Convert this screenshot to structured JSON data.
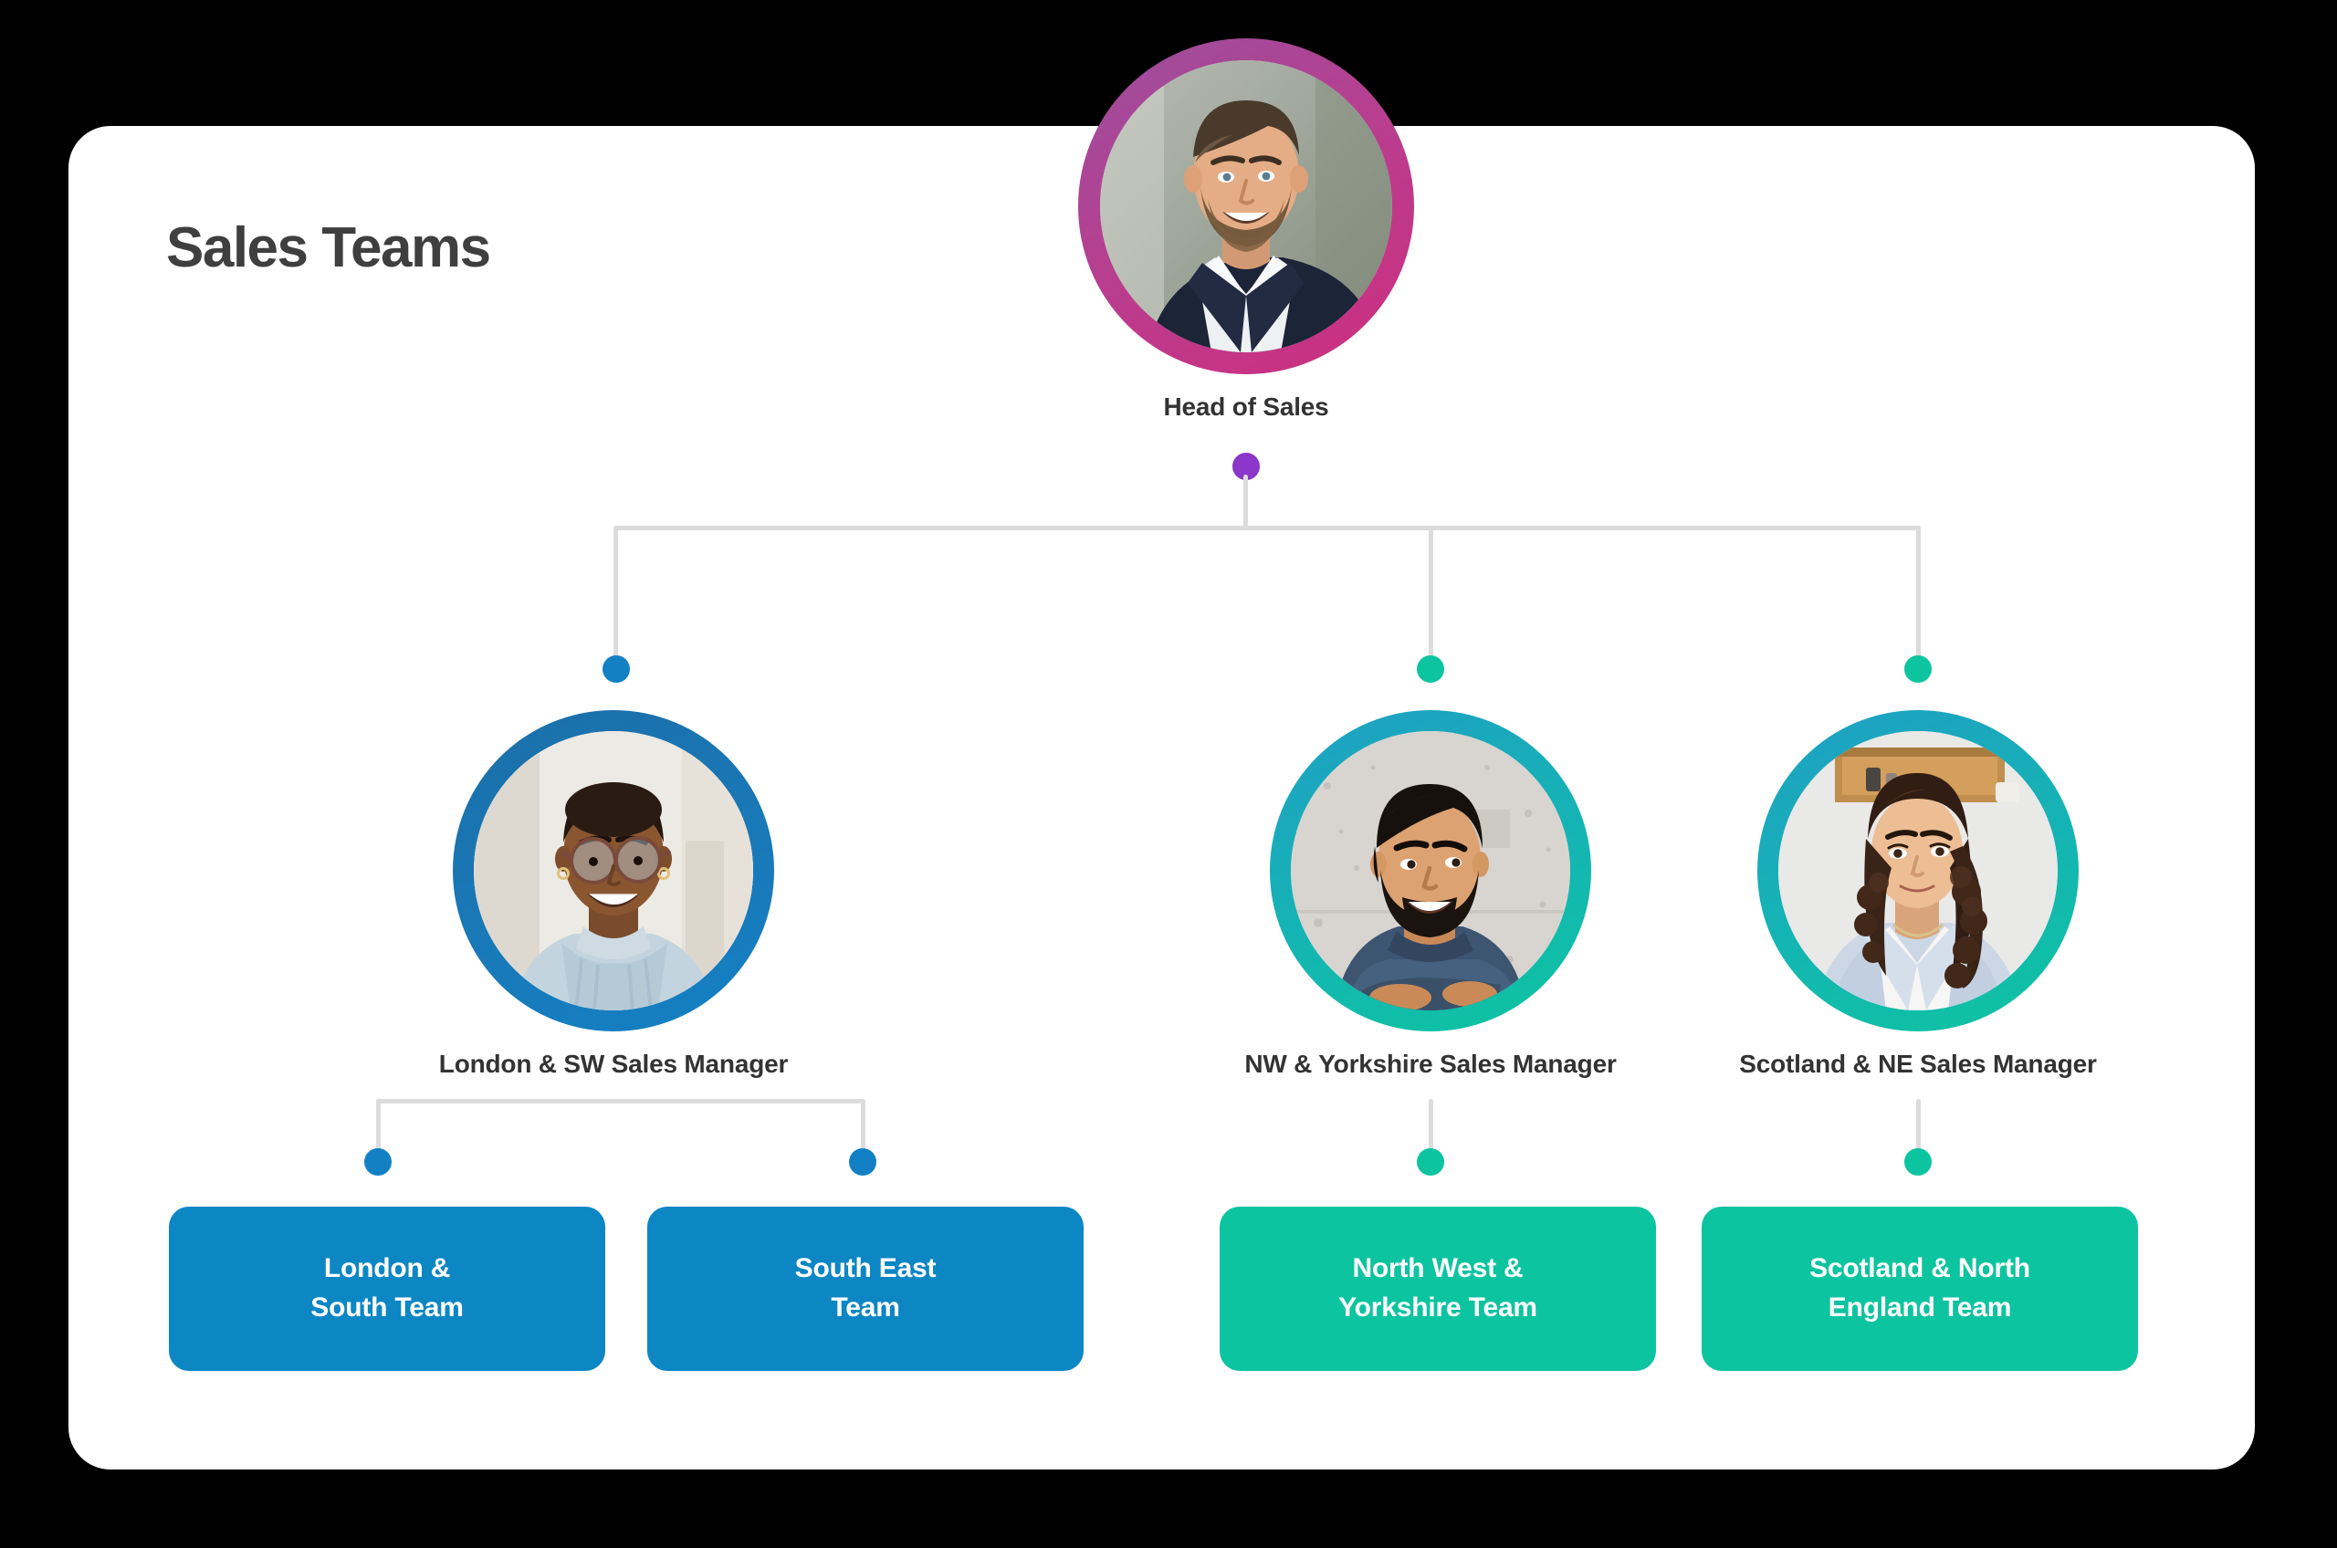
{
  "card": {
    "title": "Sales Teams"
  },
  "colors": {
    "background": "#000000",
    "card": "#ffffff",
    "title_text": "#3f3f3f",
    "label_text": "#333333",
    "connector": "#dcdcdc",
    "root_ring_start": "#9b4f9e",
    "root_ring_end": "#cf2d7e",
    "root_dot": "#8b35c9",
    "blue": "#0d86c4",
    "blue_ring_start": "#1b6fa8",
    "blue_ring_end": "#1380c4",
    "teal": "#0dc4a0",
    "teal_ring_start": "#1f9fc4",
    "teal_ring_end": "#0dc4a0"
  },
  "root": {
    "label": "Head of Sales",
    "avatar_name": "head-of-sales-photo",
    "dot_color": "#8b35c9"
  },
  "managers": [
    {
      "label": "London & SW Sales Manager",
      "avatar_name": "london-sw-manager-photo",
      "dot_color": "#1380c4",
      "accent": "#0d86c4"
    },
    {
      "label": "NW & Yorkshire Sales Manager",
      "avatar_name": "nw-yorkshire-manager-photo",
      "dot_color": "#0dc4a0",
      "accent": "#0dc4a0"
    },
    {
      "label": "Scotland & NE Sales Manager",
      "avatar_name": "scotland-ne-manager-photo",
      "dot_color": "#0dc4a0",
      "accent": "#0dc4a0"
    }
  ],
  "teams": [
    {
      "line1": "London &",
      "line2": "South Team",
      "color": "#0d86c4",
      "dot_color": "#1380c4"
    },
    {
      "line1": "South East",
      "line2": "Team",
      "color": "#0d86c4",
      "dot_color": "#1380c4"
    },
    {
      "line1": "North West &",
      "line2": "Yorkshire Team",
      "color": "#0dc4a0",
      "dot_color": "#0dc4a0"
    },
    {
      "line1": "Scotland & North",
      "line2": "England Team",
      "color": "#0dc4a0",
      "dot_color": "#0dc4a0"
    }
  ]
}
